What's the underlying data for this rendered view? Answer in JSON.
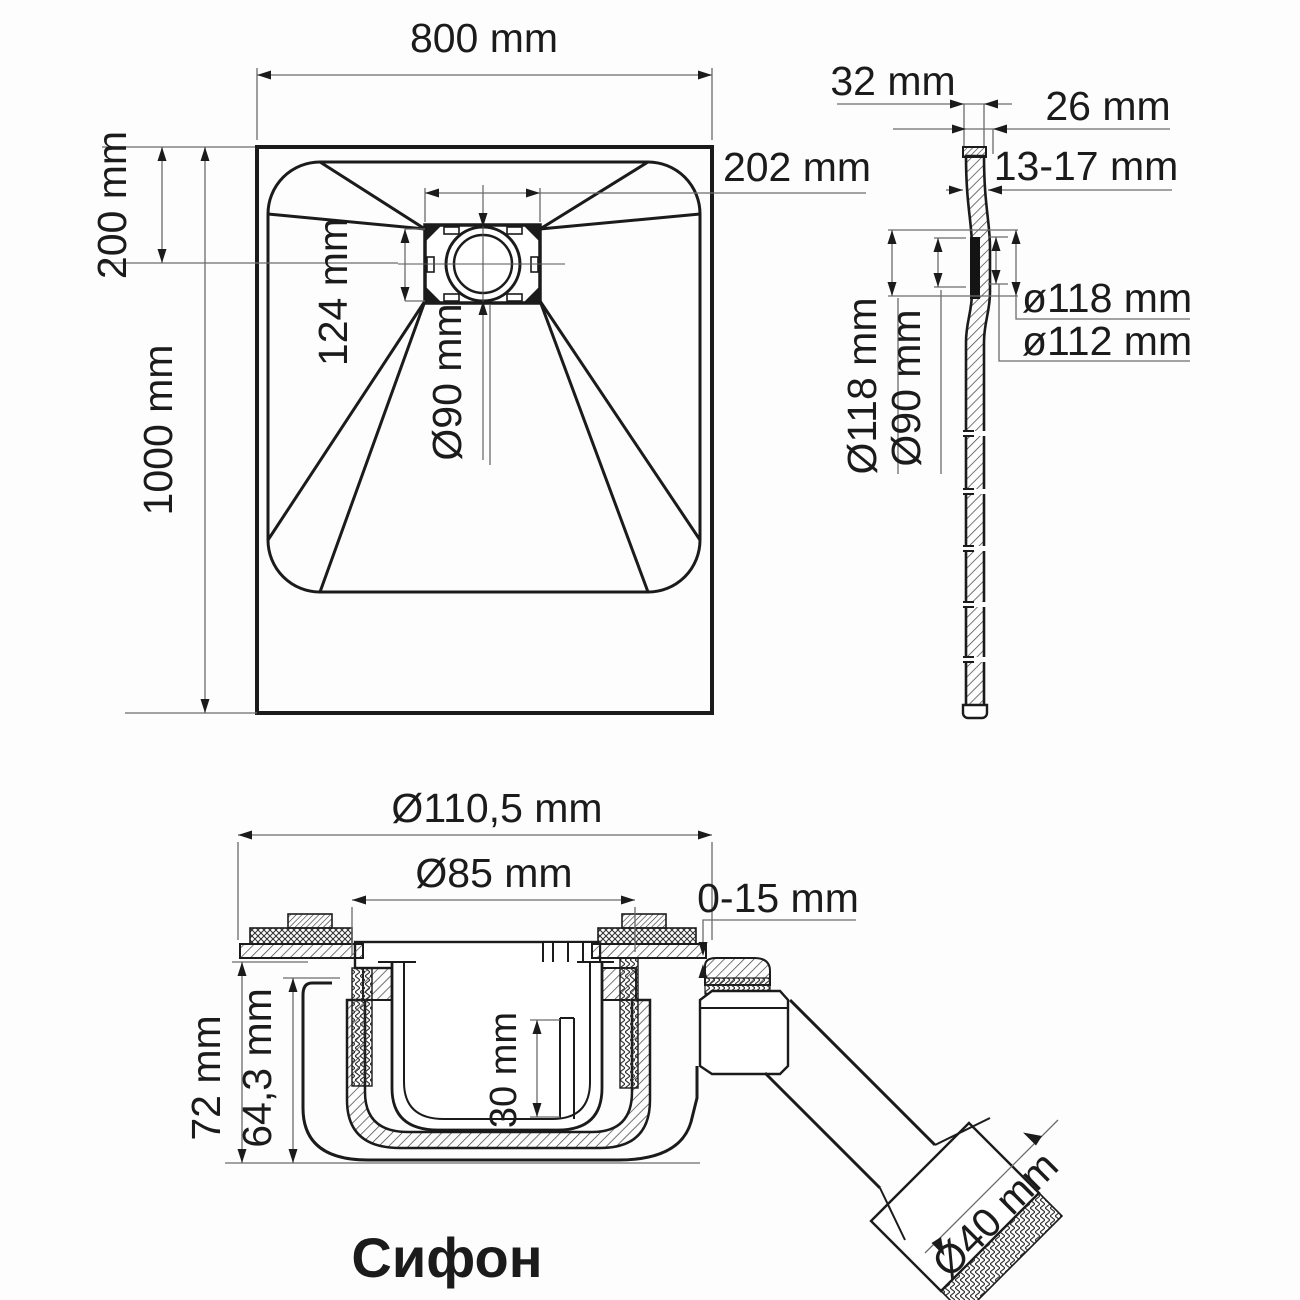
{
  "plan": {
    "width": "800 mm",
    "top_offset": "200 mm",
    "height": "1000 mm",
    "drain_offset": "202 mm",
    "drain_flange": "124 mm",
    "drain_dia": "Ø90 mm"
  },
  "side": {
    "top_width": "32 mm",
    "rim": "26 mm",
    "thickness": "13-17 mm",
    "dia_left_outer": "Ø118 mm",
    "dia_left_inner": "Ø90 mm",
    "dia_right_outer": "ø118 mm",
    "dia_right_inner": "ø112 mm"
  },
  "siphon": {
    "label": "Сифон",
    "flange_dia": "Ø110,5 mm",
    "grate_dia": "Ø85 mm",
    "adjustment": "0-15 mm",
    "total_height": "72 mm",
    "body_height": "64,3 mm",
    "water_seal": "30 mm",
    "outlet_dia": "Ø40 mm"
  },
  "colors": {
    "line": "#1b1b1b",
    "accent": "#2e3f66"
  }
}
